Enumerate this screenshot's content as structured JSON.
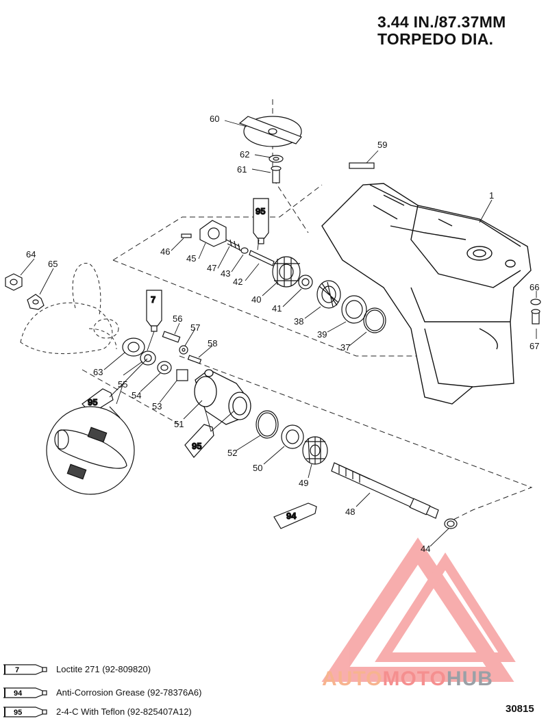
{
  "title": {
    "line1": "3.44 IN./87.37MM",
    "line2": "TORPEDO DIA."
  },
  "callouts": [
    {
      "id": "c60",
      "label": "60"
    },
    {
      "id": "c59",
      "label": "59"
    },
    {
      "id": "c62",
      "label": "62"
    },
    {
      "id": "c61",
      "label": "61"
    },
    {
      "id": "c1",
      "label": "1"
    },
    {
      "id": "c46",
      "label": "46"
    },
    {
      "id": "c45",
      "label": "45"
    },
    {
      "id": "c47",
      "label": "47"
    },
    {
      "id": "c43",
      "label": "43"
    },
    {
      "id": "c42",
      "label": "42"
    },
    {
      "id": "c40",
      "label": "40"
    },
    {
      "id": "c41",
      "label": "41"
    },
    {
      "id": "c38",
      "label": "38"
    },
    {
      "id": "c39",
      "label": "39"
    },
    {
      "id": "c37",
      "label": "37"
    },
    {
      "id": "c64",
      "label": "64"
    },
    {
      "id": "c65",
      "label": "65"
    },
    {
      "id": "c56",
      "label": "56"
    },
    {
      "id": "c57",
      "label": "57"
    },
    {
      "id": "c58",
      "label": "58"
    },
    {
      "id": "c63",
      "label": "63"
    },
    {
      "id": "c55",
      "label": "55"
    },
    {
      "id": "c54",
      "label": "54"
    },
    {
      "id": "c53",
      "label": "53"
    },
    {
      "id": "c51",
      "label": "51"
    },
    {
      "id": "c52",
      "label": "52"
    },
    {
      "id": "c50",
      "label": "50"
    },
    {
      "id": "c49",
      "label": "49"
    },
    {
      "id": "c48",
      "label": "48"
    },
    {
      "id": "c44",
      "label": "44"
    },
    {
      "id": "c66",
      "label": "66"
    },
    {
      "id": "c67",
      "label": "67"
    }
  ],
  "tube_labels": {
    "t95_top": "95",
    "t7": "7",
    "t95_left": "95",
    "t95_mid": "95",
    "t94": "94"
  },
  "legend": [
    {
      "code": "7",
      "text": "Loctite 271 (92-809820)"
    },
    {
      "code": "94",
      "text": "Anti-Corrosion Grease (92-78376A6)"
    },
    {
      "code": "95",
      "text": "2-4-C With Teflon (92-825407A12)"
    }
  ],
  "figure_number": "30815",
  "watermark": {
    "part1": "AUTO",
    "part2": "MOTO",
    "part3": "HUB"
  }
}
